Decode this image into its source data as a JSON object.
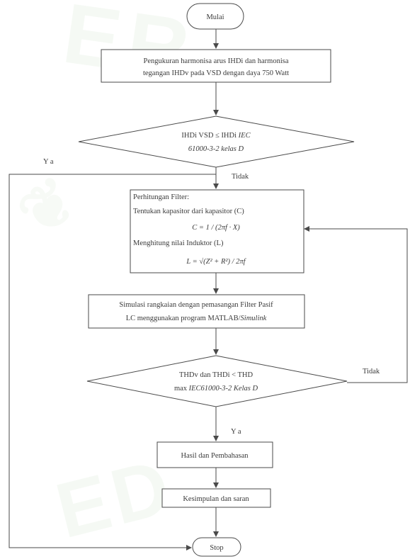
{
  "flowchart": {
    "start": "Mulai",
    "step1": {
      "line1": "Pengukuran harmonisa arus IHDi dan harmonisa",
      "line2": "tegangan IHDv pada VSD dengan daya 750 Watt"
    },
    "decision1": {
      "line1": "IHDi VSD ≤ IHDi",
      "line1_italic": "IEC",
      "line2_italic": "61000-3-2 kelas D"
    },
    "label_yes_1": "Y a",
    "label_no_1": "Tidak",
    "filter": {
      "title": "Perhitungan Filter:",
      "capacitor_line": "Tentukan kapasitor dari kapasitor (C)",
      "capacitor_formula": "C = 1 / (2πf · X)",
      "inductor_line": "Menghitung nilai Induktor (L)",
      "inductor_formula": "L = √(Z² + R²) / 2πf"
    },
    "simulation": {
      "line1": "Simulasi rangkaian dengan pemasangan Filter Pasif",
      "line2": "LC menggunakan program MATLAB/",
      "line2_italic": "Simulink"
    },
    "decision2": {
      "line1": "THDv dan THDi < THD",
      "line2_prefix": "max",
      "line2_italic": "IEC61000-3-2 Kelas D"
    },
    "label_no_2": "Tidak",
    "label_yes_2": "Y a",
    "results": "Hasil dan Pembahasan",
    "conclusion": "Kesimpulan dan saran",
    "end": "Stop"
  },
  "colors": {
    "line": "#4a4a4a",
    "watermark": "#cfe3c9"
  }
}
